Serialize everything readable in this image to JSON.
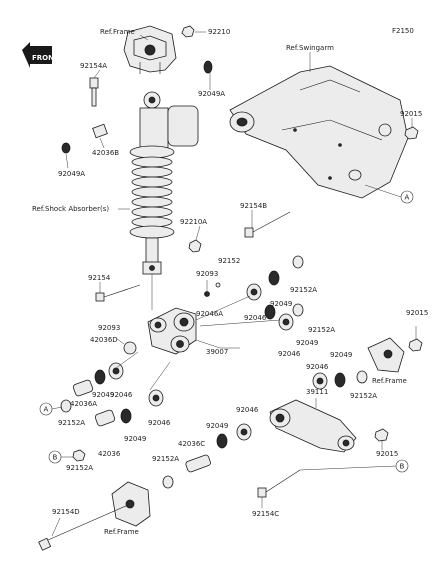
{
  "diagram_code": "F2150",
  "front_label": "FRONT",
  "refs": {
    "frame_top": "Ref.Frame",
    "swingarm": "Ref.Swingarm",
    "shock": "Ref.Shock Absorber(s)",
    "frame_right": "Ref.Frame",
    "frame_bottom": "Ref.Frame"
  },
  "markers": {
    "a_right": "A",
    "a_left": "A",
    "b_left": "B",
    "b_right": "B"
  },
  "parts": [
    {
      "id": "p92210",
      "label": "92210"
    },
    {
      "id": "p92154A",
      "label": "92154A"
    },
    {
      "id": "p92049A_top",
      "label": "92049A"
    },
    {
      "id": "p42036B",
      "label": "42036B"
    },
    {
      "id": "p92049A_left",
      "label": "92049A"
    },
    {
      "id": "p92015_top",
      "label": "92015"
    },
    {
      "id": "p92154B",
      "label": "92154B"
    },
    {
      "id": "p92210A",
      "label": "92210A"
    },
    {
      "id": "p92154",
      "label": "92154"
    },
    {
      "id": "p92093_top",
      "label": "92093"
    },
    {
      "id": "p92152",
      "label": "92152"
    },
    {
      "id": "p92152A_1",
      "label": "92152A"
    },
    {
      "id": "p92049_1",
      "label": "92049"
    },
    {
      "id": "p92046A",
      "label": "92046A"
    },
    {
      "id": "p92046_1",
      "label": "92046"
    },
    {
      "id": "p92152A_2",
      "label": "92152A"
    },
    {
      "id": "p92093_mid",
      "label": "92093"
    },
    {
      "id": "p42036D",
      "label": "42036D"
    },
    {
      "id": "p39007",
      "label": "39007"
    },
    {
      "id": "p92049_2",
      "label": "92049"
    },
    {
      "id": "p92046_2",
      "label": "92046"
    },
    {
      "id": "p92015_right",
      "label": "92015"
    },
    {
      "id": "p92049_3",
      "label": "92049"
    },
    {
      "id": "p92046_3",
      "label": "92046"
    },
    {
      "id": "p92152A_3",
      "label": "92152A"
    },
    {
      "id": "p39111",
      "label": "39111"
    },
    {
      "id": "p42036A",
      "label": "42036A"
    },
    {
      "id": "p92049_4",
      "label": "92049"
    },
    {
      "id": "p92046_4",
      "label": "92046"
    },
    {
      "id": "p92152A_4",
      "label": "92152A"
    },
    {
      "id": "p92046_5",
      "label": "92046"
    },
    {
      "id": "p92049_5",
      "label": "92049"
    },
    {
      "id": "p92046_6",
      "label": "92046"
    },
    {
      "id": "p42036",
      "label": "42036"
    },
    {
      "id": "p92049_6",
      "label": "92049"
    },
    {
      "id": "p92152A_5",
      "label": "92152A"
    },
    {
      "id": "p42036C",
      "label": "42036C"
    },
    {
      "id": "p92152A_6",
      "label": "92152A"
    },
    {
      "id": "p92015_bottom",
      "label": "92015"
    },
    {
      "id": "p92154C",
      "label": "92154C"
    },
    {
      "id": "p92154D",
      "label": "92154D"
    }
  ]
}
